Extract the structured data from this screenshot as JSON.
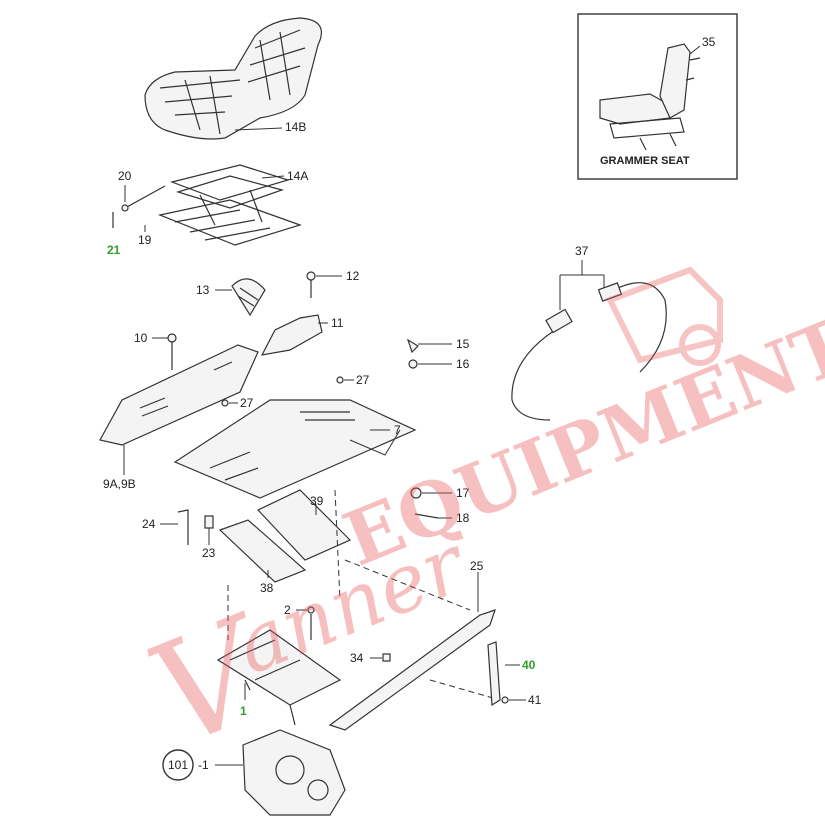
{
  "inset": {
    "title": "GRAMMER SEAT",
    "callout": "35"
  },
  "callouts": {
    "c14B": "14B",
    "c14A": "14A",
    "c20": "20",
    "c19": "19",
    "c21": "21",
    "c13": "13",
    "c12": "12",
    "c11": "11",
    "c10": "10",
    "c9": "9A,9B",
    "c15": "15",
    "c16": "16",
    "c27a": "27",
    "c27b": "27",
    "c7": "7",
    "c17": "17",
    "c18": "18",
    "c37": "37",
    "c24": "24",
    "c23": "23",
    "c39": "39",
    "c38": "38",
    "c25": "25",
    "c2": "2",
    "c34": "34",
    "c40": "40",
    "c41": "41",
    "c1": "1",
    "c101": "101",
    "c101b": "-1"
  },
  "colors": {
    "green": "#2e9d2e",
    "watermark": "#eb5a5a",
    "line": "#333333"
  },
  "watermark": {
    "text": "VannerEquipment"
  }
}
